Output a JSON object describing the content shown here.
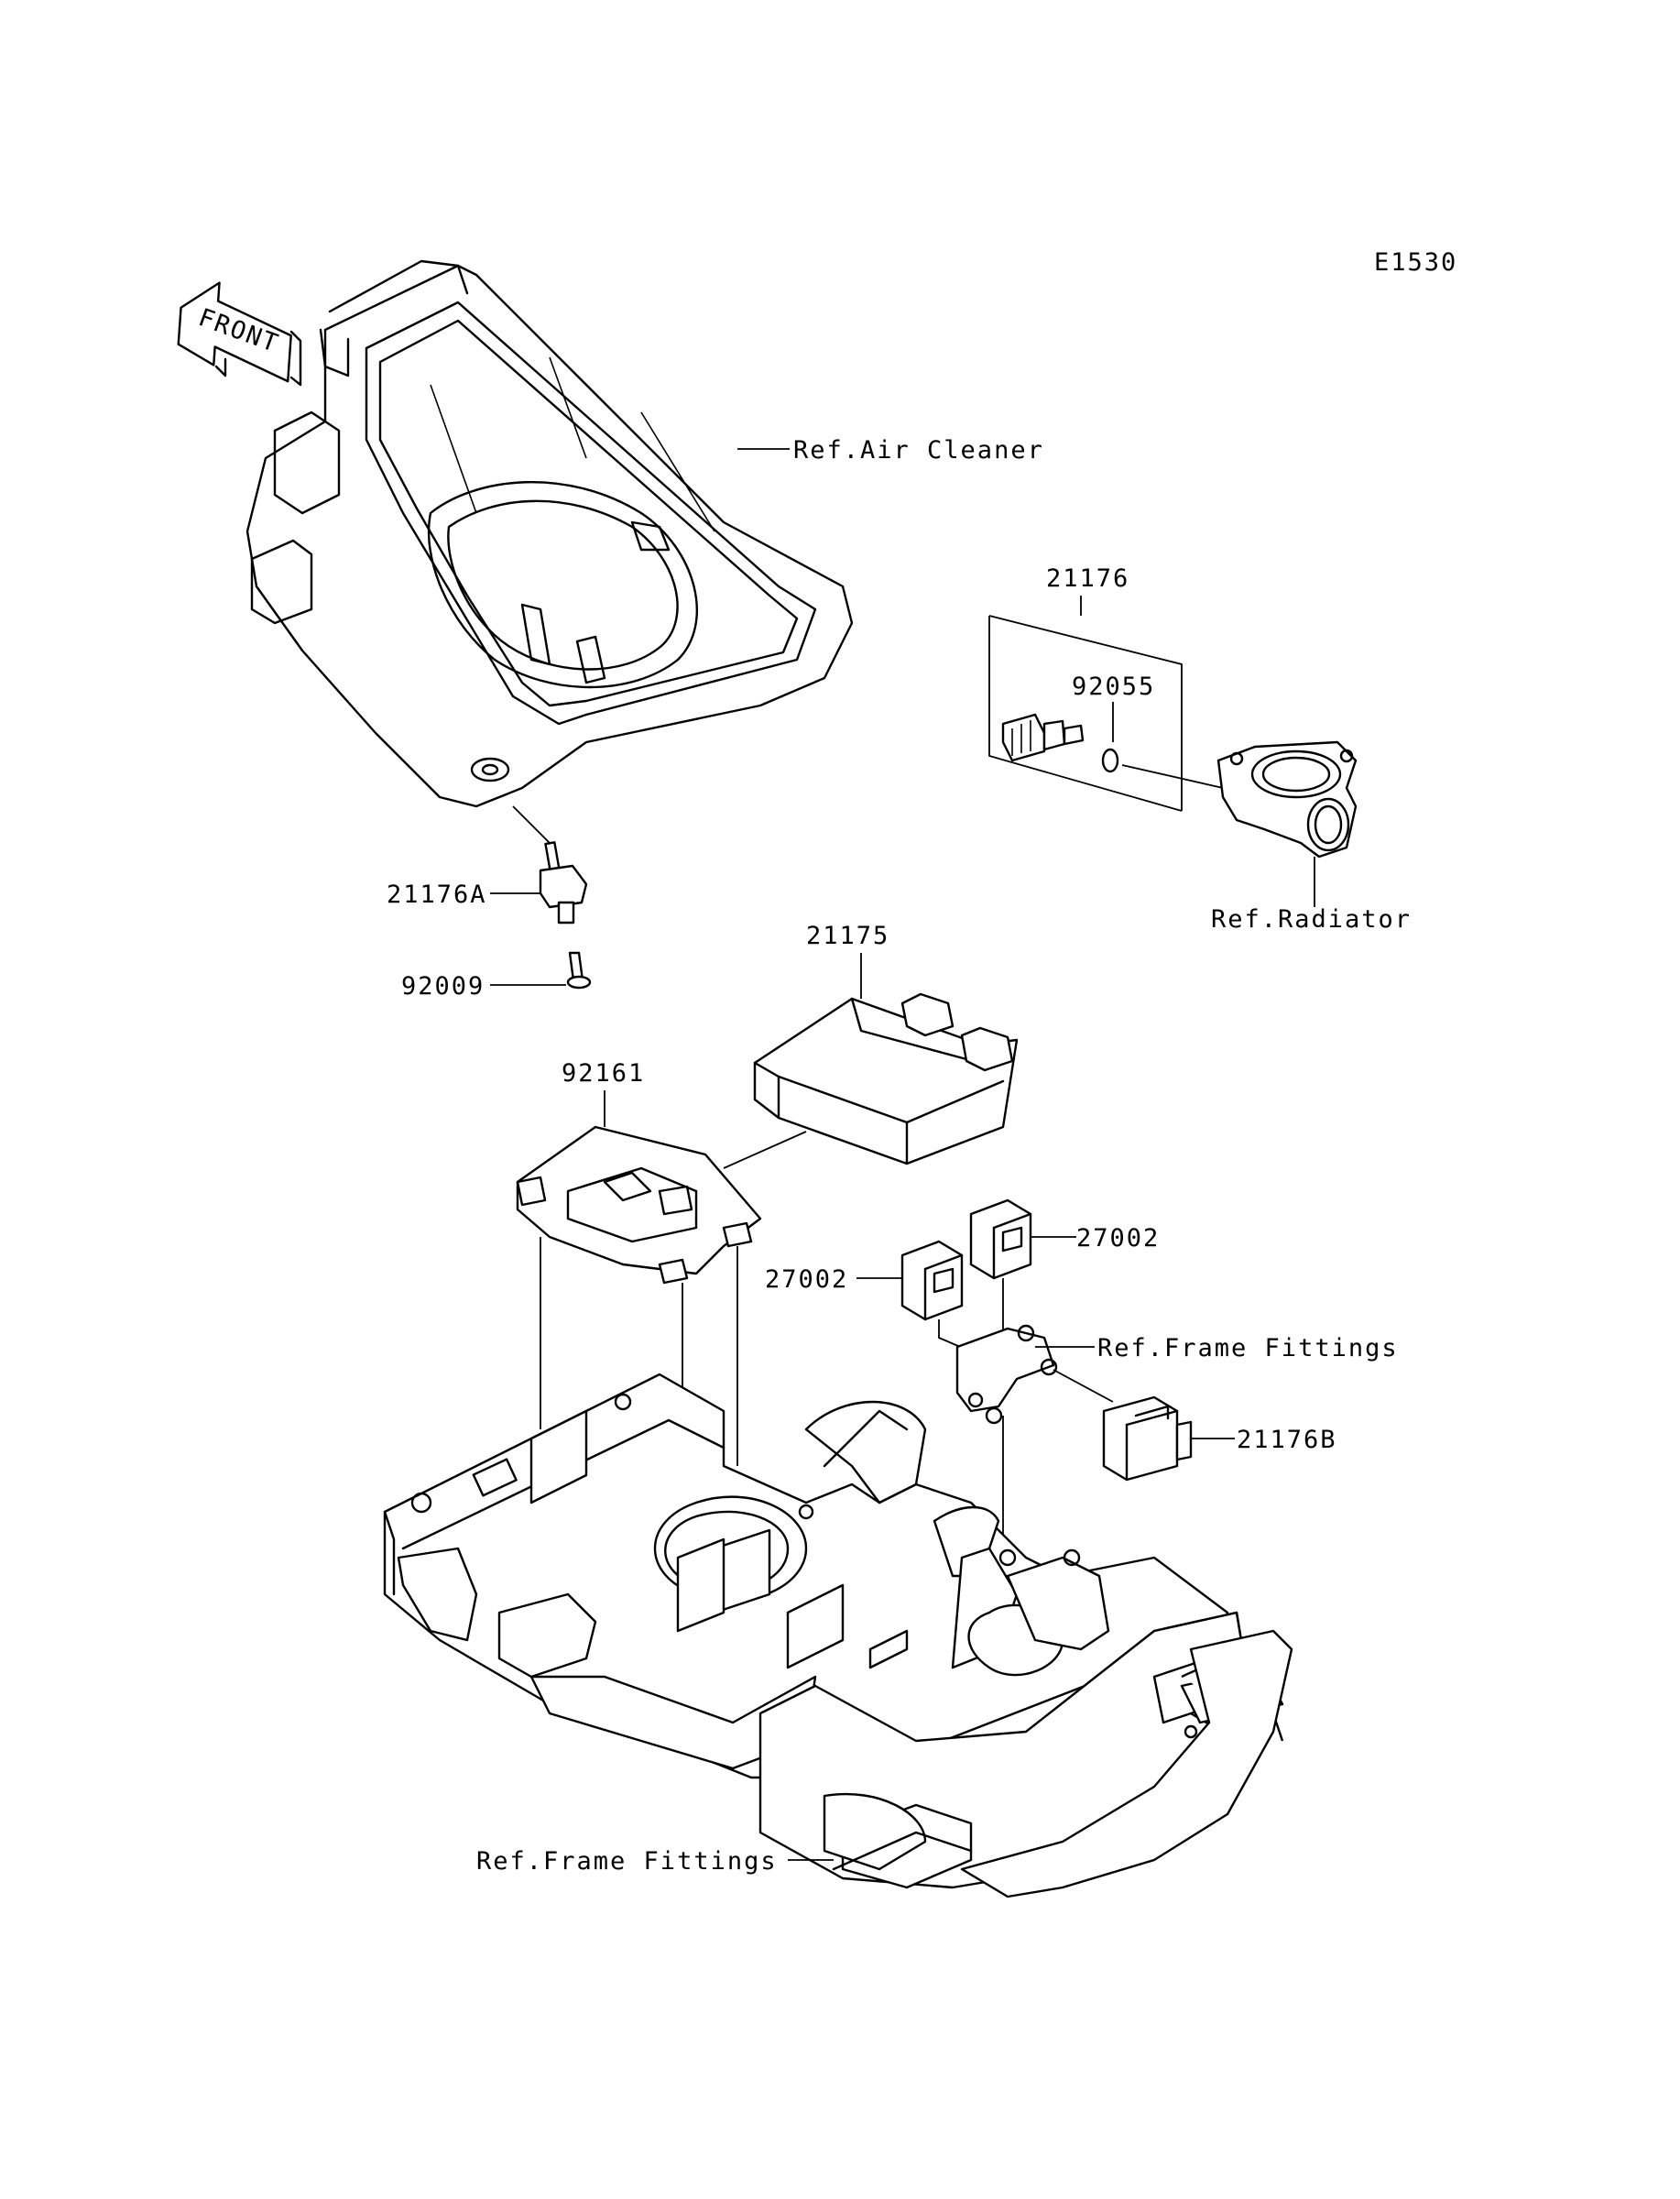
{
  "diagram_code": "E1530",
  "front_arrow": {
    "label": "FRONT"
  },
  "callouts": {
    "air_cleaner": "Ref.Air Cleaner",
    "p21176": "21176",
    "p92055": "92055",
    "radiator": "Ref.Radiator",
    "p21176A": "21176A",
    "p92009": "92009",
    "p21175": "21175",
    "p92161": "92161",
    "p27002_right": "27002",
    "p27002_left": "27002",
    "frame_fittings_upper": "Ref.Frame Fittings",
    "p21176B": "21176B",
    "frame_fittings_lower": "Ref.Frame Fittings"
  },
  "icons": [
    "front-arrow-icon"
  ]
}
